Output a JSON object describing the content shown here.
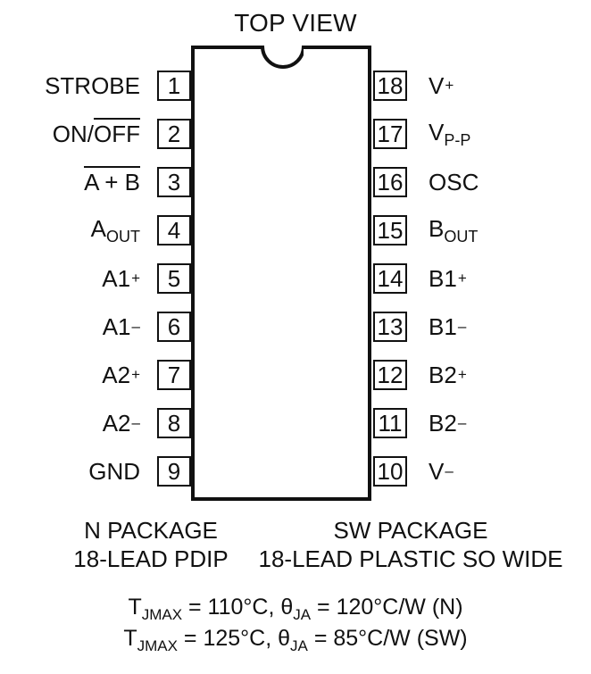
{
  "title": "TOP VIEW",
  "left_pins": [
    {
      "number": "1",
      "label": "STROBE"
    },
    {
      "number": "2",
      "label_main": "ON/",
      "label_bar": "OFF"
    },
    {
      "number": "3",
      "label_bar": "A + B"
    },
    {
      "number": "4",
      "label_main": "A",
      "label_sub": "OUT"
    },
    {
      "number": "5",
      "label_main": "A1",
      "label_sup": "+"
    },
    {
      "number": "6",
      "label_main": "A1",
      "label_sup": "–"
    },
    {
      "number": "7",
      "label_main": "A2",
      "label_sup": "+"
    },
    {
      "number": "8",
      "label_main": "A2",
      "label_sup": "–"
    },
    {
      "number": "9",
      "label": "GND"
    }
  ],
  "right_pins": [
    {
      "number": "18",
      "label_main": "V",
      "label_sup": "+"
    },
    {
      "number": "17",
      "label_main": "V",
      "label_sub": "P-P"
    },
    {
      "number": "16",
      "label": "OSC"
    },
    {
      "number": "15",
      "label_main": "B",
      "label_sub": "OUT"
    },
    {
      "number": "14",
      "label_main": "B1",
      "label_sup": "+"
    },
    {
      "number": "13",
      "label_main": "B1",
      "label_sup": "–"
    },
    {
      "number": "12",
      "label_main": "B2",
      "label_sup": "+"
    },
    {
      "number": "11",
      "label_main": "B2",
      "label_sup": "–"
    },
    {
      "number": "10",
      "label_main": "V",
      "label_sup": "–"
    }
  ],
  "packages": {
    "n": {
      "line1": "N PACKAGE",
      "line2": "18-LEAD PDIP"
    },
    "sw": {
      "line1": "SW PACKAGE",
      "line2": "18-LEAD PLASTIC SO WIDE"
    }
  },
  "thermal": [
    {
      "t_main": "T",
      "t_sub": "JMAX",
      "t_rest": " = 110°C, ",
      "theta_main": "θ",
      "theta_sub": "JA",
      "theta_rest": " = 120°C/W (N)"
    },
    {
      "t_main": "T",
      "t_sub": "JMAX",
      "t_rest": " = 125°C, ",
      "theta_main": "θ",
      "theta_sub": "JA",
      "theta_rest": " = 85°C/W (SW)"
    }
  ]
}
